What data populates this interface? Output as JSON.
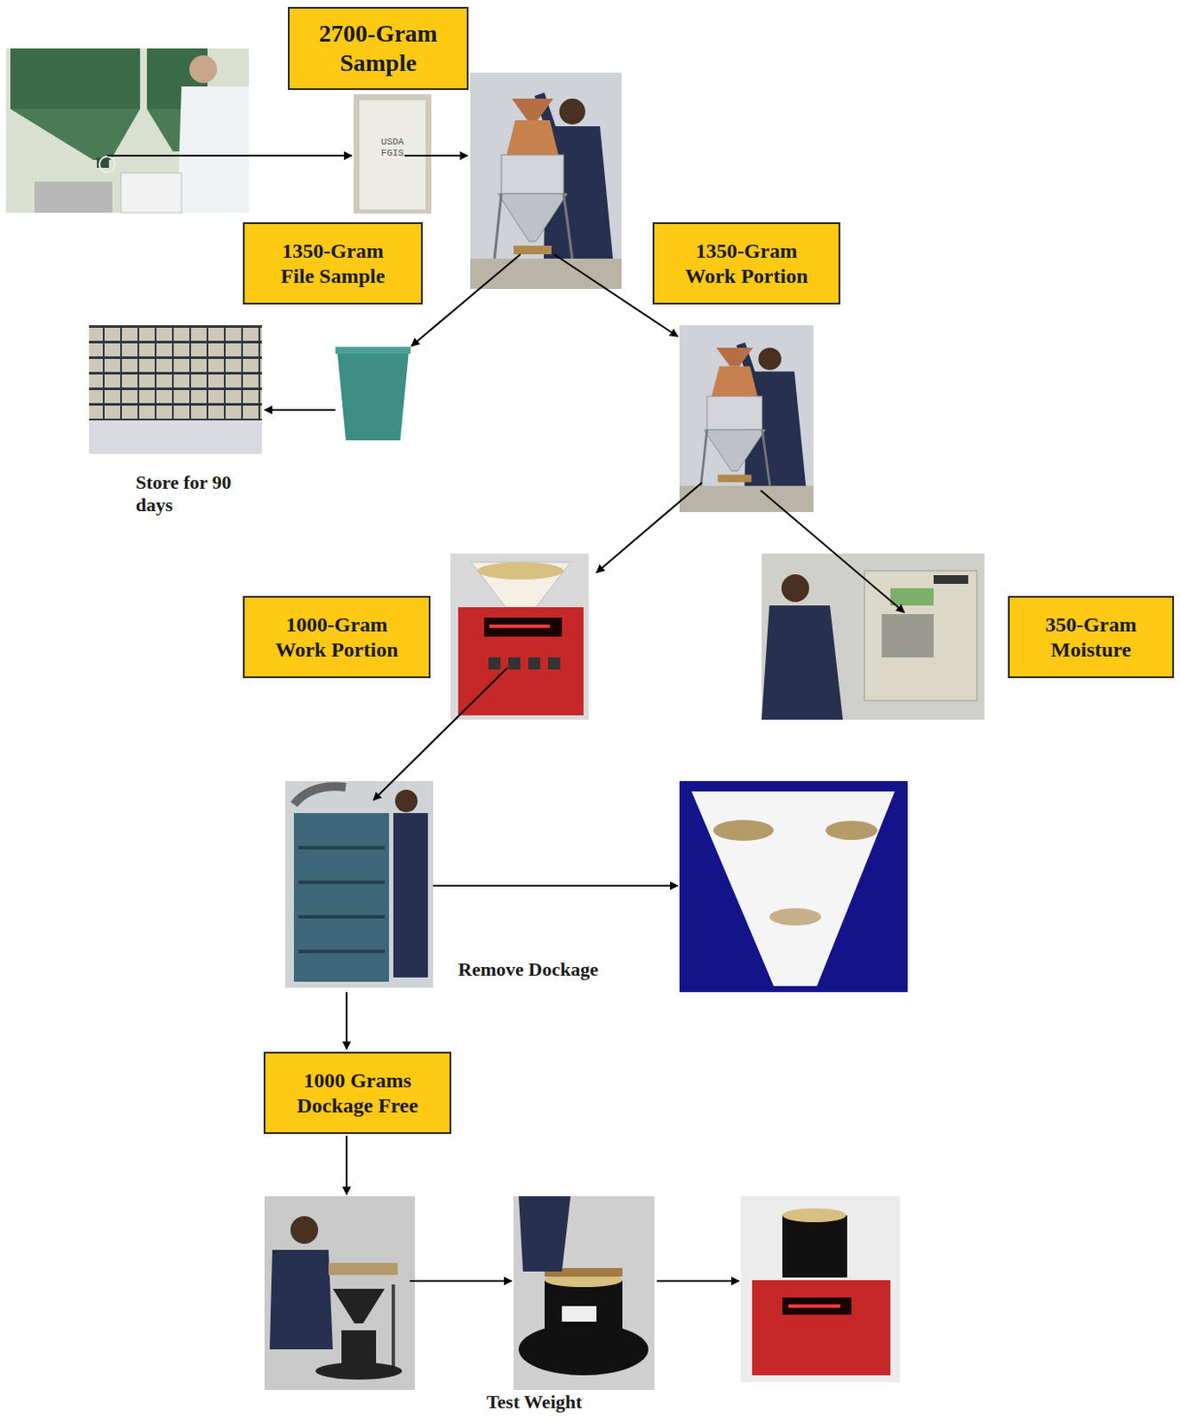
{
  "diagram": {
    "nodes": [
      {
        "text": [
          "2700-Gram Sample"
        ]
      },
      {
        "text": [
          "1350-Gram File Sample"
        ]
      },
      {
        "text": [
          "1350-Gram Work Portion"
        ]
      },
      {
        "text": [
          "1000-Gram Work Portion"
        ]
      },
      {
        "text": [
          "350-Gram Moisture"
        ]
      },
      {
        "text": [
          "1000 Grams Dockage Free"
        ]
      }
    ],
    "labels": [
      "USDA FGIS",
      "Store for 90 days",
      "Remove Dockage",
      "Test Weight"
    ]
  }
}
